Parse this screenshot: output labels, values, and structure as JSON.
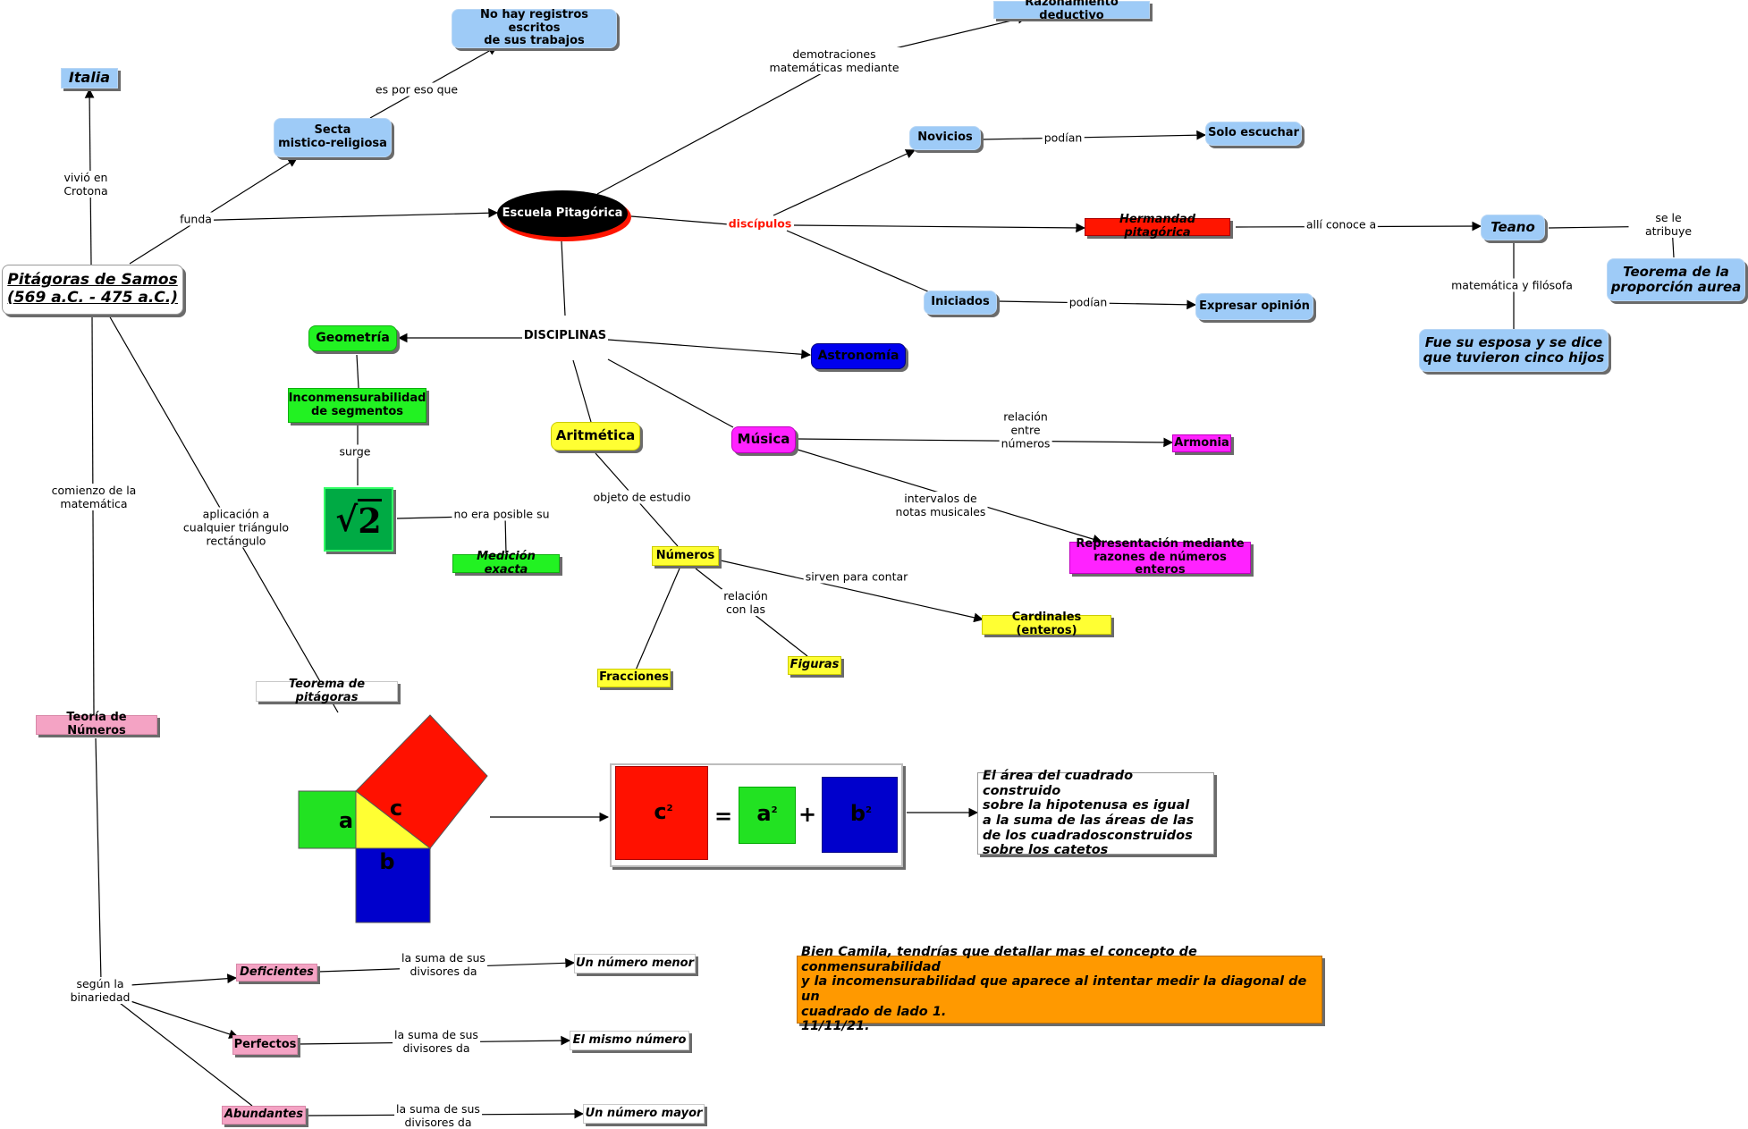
{
  "nodes": {
    "pitagoras": "Pitágoras de Samos\n(569 a.C. - 475 a.C.)",
    "italia": "Italia",
    "secta": "Secta\nmistico-religiosa",
    "no_registros": "No hay registros escritos\nde sus trabajos",
    "escuela": "Escuela Pitagórica",
    "razonamiento": "Razonamiento deductivo",
    "novicios": "Novicios",
    "solo_escuchar": "Solo escuchar",
    "hermandad": "Hermandad pitagórica",
    "teano": "Teano",
    "teorema_aurea": "Teorema de la\nproporción aurea",
    "esposa": "Fue su esposa y se dice\nque tuvieron cinco hijos",
    "iniciados": "Iniciados",
    "expresar": "Expresar opinión",
    "disciplinas": "DISCIPLINAS",
    "geometria": "Geometría",
    "astronomia": "Astronomía",
    "aritmetica": "Aritmética",
    "musica": "Música",
    "armonia": "Armonia",
    "representacion": "Representación mediante\nrazones de números enteros",
    "inconmensurabilidad": "Inconmensurabilidad\nde segmentos",
    "sqrt2": "2",
    "medicion": "Medición exacta",
    "numeros": "Números",
    "cardinales": "Cardinales (enteros)",
    "fracciones": "Fracciones",
    "figuras": "Figuras",
    "teorema_pitagoras": "Teorema de pitágoras",
    "teoria_numeros": "Teoría de Números",
    "deficientes": "Deficientes",
    "perfectos": "Perfectos",
    "abundantes": "Abundantes",
    "menor": "Un número menor",
    "mismo": "El mismo número",
    "mayor": "Un número mayor",
    "explicacion": "El área del cuadrado construido\nsobre la hipotenusa es igual\na la suma de las áreas de las\nde los cuadradosconstruidos\nsobre los catetos",
    "comentario": "Bien Camila, tendrías que detallar mas el concepto de conmensurabilidad\ny la incomensurabilidad que aparece al intentar medir la diagonal de un\ncuadrado de lado 1.\n11/11/21."
  },
  "labels": {
    "vivio": "vivió en\nCrotona",
    "funda": "funda",
    "es_por_eso": "es por eso que",
    "demostraciones": "demotraciones\nmatemáticas mediante",
    "discipulos": "discípulos",
    "podian1": "podían",
    "podian2": "podían",
    "alli_conoce": "allí conoce a",
    "se_le_atribuye": "se le atribuye",
    "matematica_filosofa": "matemática y filósofa",
    "relacion_numeros": "relación\nentre\nnúmeros",
    "intervalos": "intervalos de\nnotas musicales",
    "surge": "surge",
    "no_era_posible": "no era posible su",
    "objeto_estudio": "objeto de estudio",
    "sirven_contar": "sirven para contar",
    "relacion_con": "relación\ncon las",
    "comienzo": "comienzo de la\nmatemática",
    "aplicacion": "aplicación a\ncualquier triángulo\nrectángulo",
    "segun": "según la\nbinariedad",
    "suma1": "la suma de sus\ndivisores da",
    "suma2": "la suma de sus\ndivisores da",
    "suma3": "la suma de sus\ndivisores da"
  },
  "figure": {
    "a": "a",
    "b": "b",
    "c": "c",
    "eq_c": "c",
    "eq_a": "a",
    "eq_b": "b",
    "exp": "2",
    "equals": "=",
    "plus": "+"
  },
  "colors": {
    "blue": "#9ecbf7",
    "red": "#ff1500",
    "green": "#22f222",
    "yellow": "#ffff33",
    "magenta": "#ff22ff",
    "pink": "#f4a3c4",
    "orange": "#ff9900",
    "dark_blue": "#0000ee",
    "sqrt_green": "#00aa44"
  }
}
